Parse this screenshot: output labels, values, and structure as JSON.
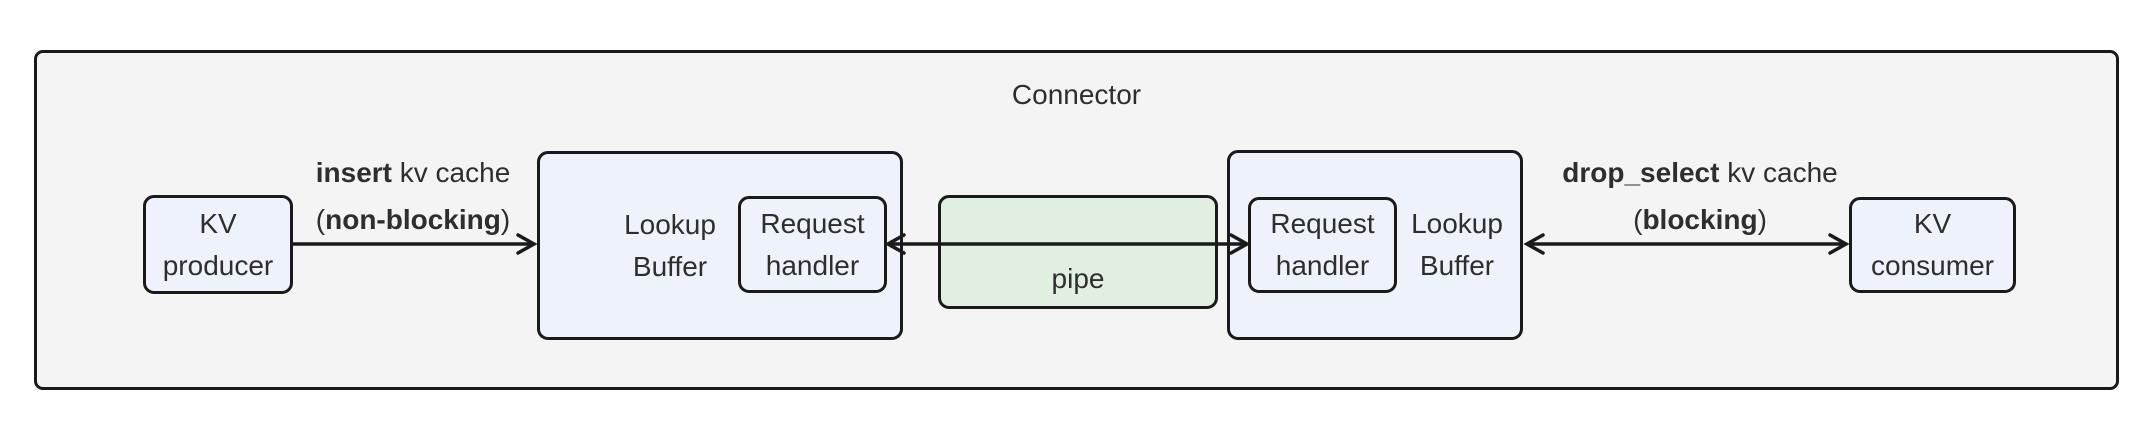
{
  "colors": {
    "canvas_bg": "#ffffff",
    "connector_fill": "#f4f4f4",
    "node_fill": "#edf2fb",
    "pipe_fill": "#e0efe0",
    "border": "#1a1a1a",
    "text": "#2e2e2e"
  },
  "connector": {
    "title": "Connector"
  },
  "nodes": {
    "kv_producer": {
      "label": "KV\nproducer"
    },
    "lookup_buffer_left": {
      "label": "Lookup\nBuffer"
    },
    "request_handler_left": {
      "label": "Request\nhandler"
    },
    "pipe": {
      "label": "pipe"
    },
    "request_handler_right": {
      "label": "Request\nhandler"
    },
    "lookup_buffer_right": {
      "label": "Lookup\nBuffer"
    },
    "kv_consumer": {
      "label": "KV\nconsumer"
    }
  },
  "edges": {
    "insert": {
      "line1_bold": "insert",
      "line1_rest": " kv cache",
      "line2_open": "(",
      "line2_bold": "non-blocking",
      "line2_close": ")"
    },
    "drop_select": {
      "line1_bold": "drop_select",
      "line1_rest": " kv cache",
      "line2_open": "(",
      "line2_bold": "blocking",
      "line2_close": ")"
    }
  }
}
